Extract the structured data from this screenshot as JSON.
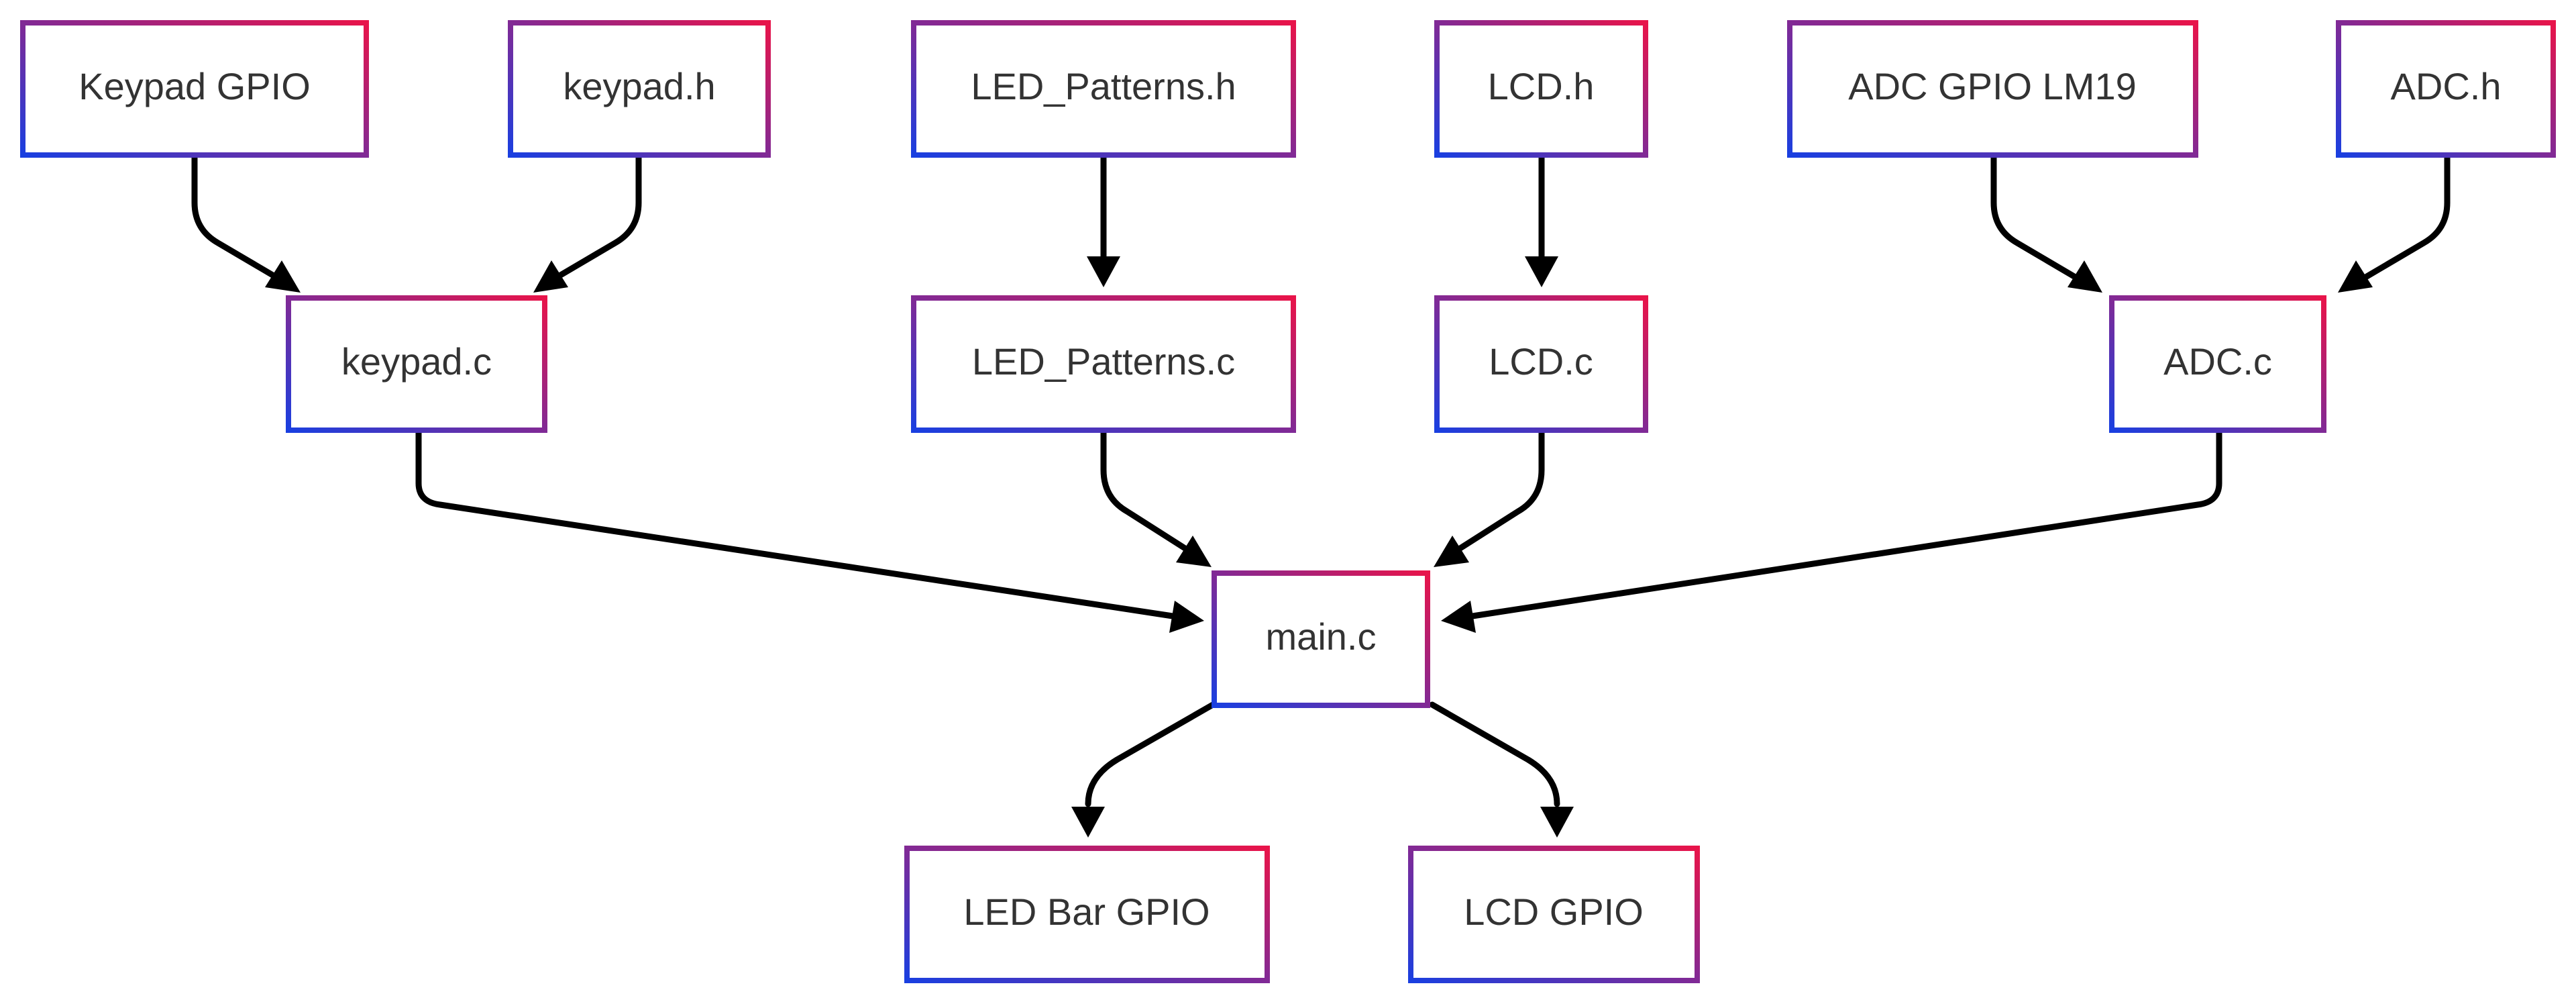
{
  "colors": {
    "border_gradient_start": "#1a3fe0",
    "border_gradient_end": "#e8144a",
    "edge": "#000000",
    "label": "#333333",
    "background": "#ffffff"
  },
  "nodes": {
    "keypad_gpio": "Keypad GPIO",
    "keypad_h": "keypad.h",
    "led_patterns_h": "LED_Patterns.h",
    "lcd_h": "LCD.h",
    "adc_gpio_lm19": "ADC GPIO LM19",
    "adc_h": "ADC.h",
    "keypad_c": "keypad.c",
    "led_patterns_c": "LED_Patterns.c",
    "lcd_c": "LCD.c",
    "adc_c": "ADC.c",
    "main_c": "main.c",
    "led_bar_gpio": "LED Bar GPIO",
    "lcd_gpio": "LCD GPIO"
  },
  "edges": [
    {
      "from": "keypad_gpio",
      "to": "keypad_c"
    },
    {
      "from": "keypad_h",
      "to": "keypad_c"
    },
    {
      "from": "led_patterns_h",
      "to": "led_patterns_c"
    },
    {
      "from": "lcd_h",
      "to": "lcd_c"
    },
    {
      "from": "adc_gpio_lm19",
      "to": "adc_c"
    },
    {
      "from": "adc_h",
      "to": "adc_c"
    },
    {
      "from": "keypad_c",
      "to": "main_c"
    },
    {
      "from": "led_patterns_c",
      "to": "main_c"
    },
    {
      "from": "lcd_c",
      "to": "main_c"
    },
    {
      "from": "adc_c",
      "to": "main_c"
    },
    {
      "from": "main_c",
      "to": "led_bar_gpio"
    },
    {
      "from": "main_c",
      "to": "lcd_gpio"
    }
  ]
}
